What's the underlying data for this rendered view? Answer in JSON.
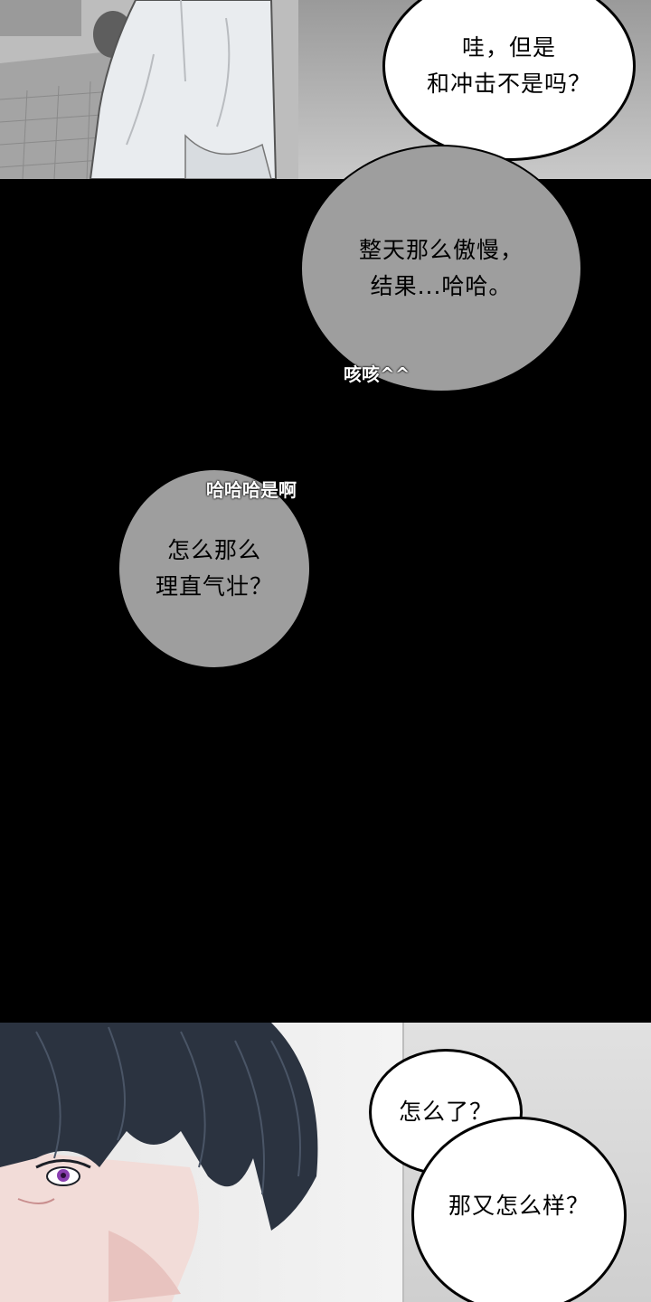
{
  "bubbles": {
    "wow": {
      "line1": "哇，但是",
      "line2": "和冲击不是吗？"
    },
    "arrogant": {
      "line1": "整天那么傲慢，",
      "line2": "结果...哈哈。"
    },
    "confident": {
      "line1": "怎么那么",
      "line2": "理直气壮？"
    },
    "what": {
      "line1": "怎么了？"
    },
    "sowhat": {
      "line1": "那又怎么样？"
    }
  },
  "sfx": {
    "cough": "咳咳^^",
    "laugh": "哈哈哈是啊"
  },
  "colors": {
    "panel_black": "#000000",
    "bubble_grey": "#9e9e9e",
    "bubble_white": "#ffffff",
    "hair": "#2b3340",
    "eye": "#8a3fb0"
  }
}
